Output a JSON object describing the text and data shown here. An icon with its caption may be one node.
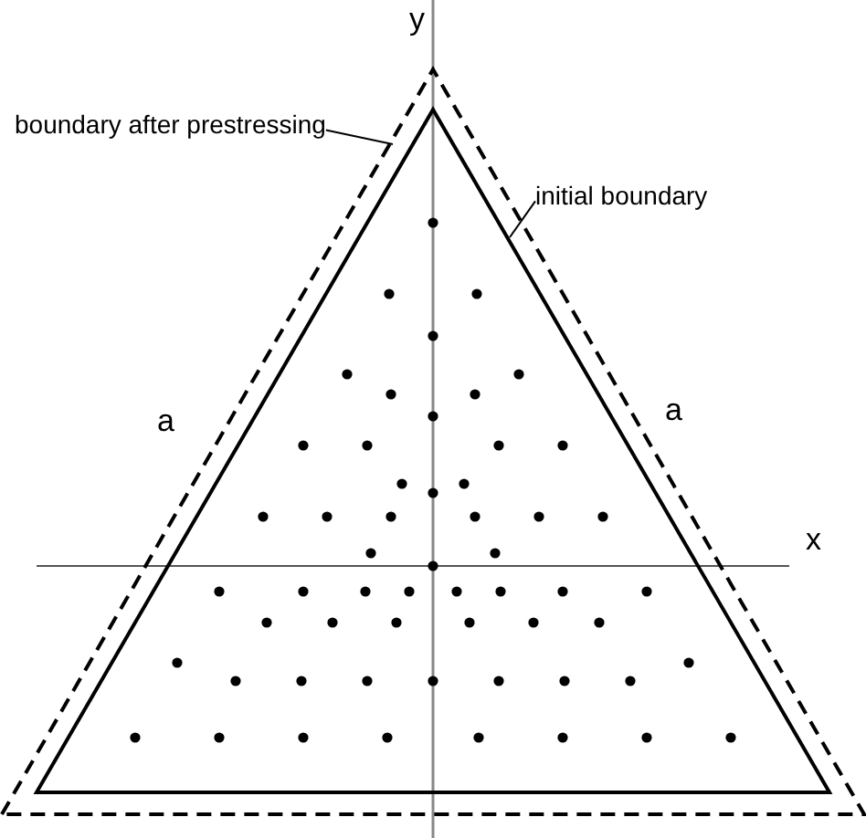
{
  "diagram": {
    "nodes": [
      {
        "text": [
          "boundary after prestressing"
        ]
      },
      {
        "text": [],
        "shape": "triangle"
      },
      {
        "text": [
          "initial boundary"
        ]
      },
      {
        "text": [],
        "shape": "triangle",
        "in": 1
      }
    ],
    "edges": [
      {
        "from": 0,
        "to": 1,
        "arrow": "none"
      },
      {
        "from": 2,
        "to": 3,
        "arrow": "none"
      }
    ],
    "labels": [
      "y",
      "a",
      "a",
      "x"
    ]
  }
}
